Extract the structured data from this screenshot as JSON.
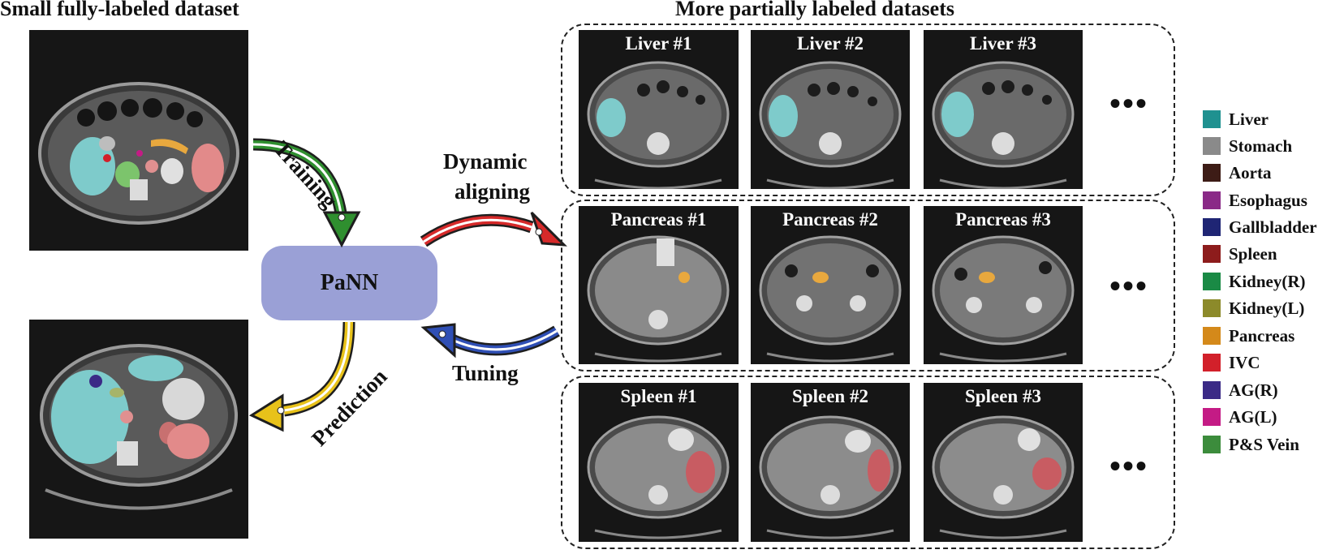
{
  "headings": {
    "left": "Small fully-labeled dataset",
    "right": "More partially labeled datasets"
  },
  "center": {
    "model": "PaNN",
    "training": "Training",
    "prediction": "Prediction",
    "dynamic_line1": "Dynamic",
    "dynamic_line2": "aligning",
    "tuning": "Tuning"
  },
  "datasets": [
    {
      "organ": "liver",
      "ellipsis": "•••",
      "scans": [
        {
          "title": "Liver #1"
        },
        {
          "title": "Liver #2"
        },
        {
          "title": "Liver #3"
        }
      ]
    },
    {
      "organ": "pancreas",
      "ellipsis": "•••",
      "scans": [
        {
          "title": "Pancreas #1"
        },
        {
          "title": "Pancreas #2"
        },
        {
          "title": "Pancreas #3"
        }
      ]
    },
    {
      "organ": "spleen",
      "ellipsis": "•••",
      "scans": [
        {
          "title": "Spleen #1"
        },
        {
          "title": "Spleen #2"
        },
        {
          "title": "Spleen #3"
        }
      ]
    }
  ],
  "legend": [
    {
      "label": "Liver",
      "color": "#1f9190"
    },
    {
      "label": "Stomach",
      "color": "#8a8a8a"
    },
    {
      "label": "Aorta",
      "color": "#3d1c16"
    },
    {
      "label": "Esophagus",
      "color": "#8a2a87"
    },
    {
      "label": "Gallbladder",
      "color": "#1f2574"
    },
    {
      "label": "Spleen",
      "color": "#8d1c1c"
    },
    {
      "label": "Kidney(R)",
      "color": "#1a8a45"
    },
    {
      "label": "Kidney(L)",
      "color": "#8c8a2a"
    },
    {
      "label": "Pancreas",
      "color": "#d4891a"
    },
    {
      "label": "IVC",
      "color": "#d2202a"
    },
    {
      "label": "AG(R)",
      "color": "#3b2a86"
    },
    {
      "label": "AG(L)",
      "color": "#c41b85"
    },
    {
      "label": "P&S Vein",
      "color": "#3c8c3c"
    }
  ],
  "arrow_colors": {
    "training": "#2f8f2f",
    "prediction": "#e8c21a",
    "dynamic": "#d62a2a",
    "tuning": "#2f4fb5"
  }
}
